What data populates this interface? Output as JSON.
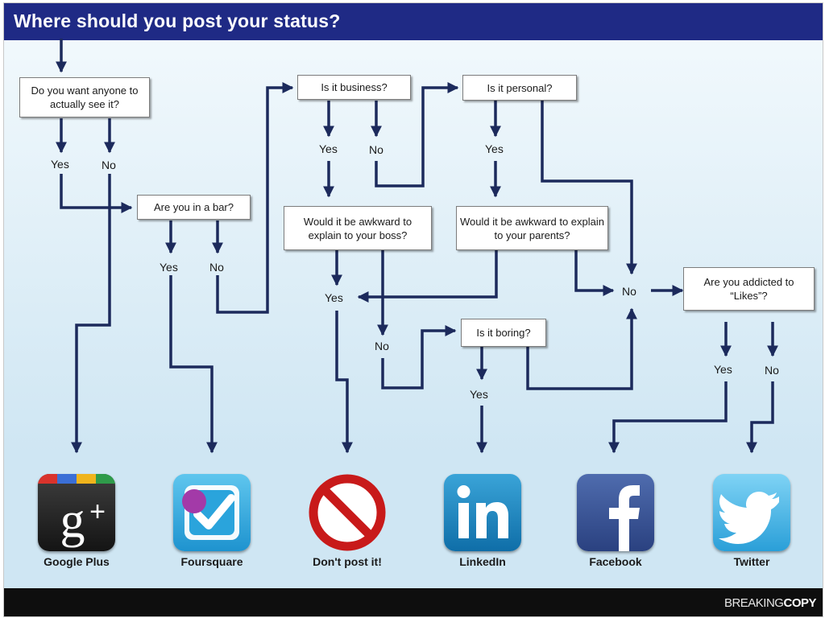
{
  "title": "Where should you post your status?",
  "questions": {
    "q_see": "Do you want anyone to actually see it?",
    "q_bar": "Are you in a bar?",
    "q_business": "Is it business?",
    "q_personal": "Is it personal?",
    "q_boss": "Would it be awkward to explain to your boss?",
    "q_parents": "Would it be awkward to explain to your parents?",
    "q_boring": "Is it boring?",
    "q_likes": "Are you addicted to “Likes”?"
  },
  "labels": {
    "yes": "Yes",
    "no": "No"
  },
  "outcomes": [
    {
      "label": "Google Plus",
      "icon": "google-plus-icon"
    },
    {
      "label": "Foursquare",
      "icon": "foursquare-icon"
    },
    {
      "label": "Don't post it!",
      "icon": "no-sign-icon"
    },
    {
      "label": "LinkedIn",
      "icon": "linkedin-icon"
    },
    {
      "label": "Facebook",
      "icon": "facebook-icon"
    },
    {
      "label": "Twitter",
      "icon": "twitter-icon"
    }
  ],
  "brand": {
    "light": "BREAKING",
    "bold": "COPY"
  },
  "colors": {
    "title_bar": "#1f2a85",
    "arrows": "#1c2a5c",
    "bottom_band": "#0e0e0e"
  }
}
